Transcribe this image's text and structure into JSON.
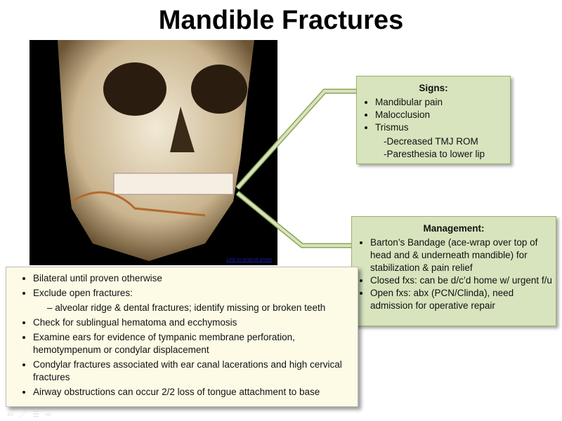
{
  "title": "Mandible Fractures",
  "photo": {
    "link": "Link to original photo"
  },
  "signs": {
    "heading": "Signs:",
    "items": [
      "Mandibular pain",
      "Malocclusion",
      "Trismus"
    ],
    "sub": [
      "-Decreased TMJ ROM",
      "-Paresthesia to lower lip"
    ]
  },
  "management": {
    "heading": "Management:",
    "items": [
      "Barton’s Bandage (ace-wrap over top of head and & underneath mandible) for stabilization & pain relief",
      "Closed fxs: can be d/c’d home w/ urgent f/u",
      "Open fxs: abx (PCN/Clinda), need admission for operative repair"
    ]
  },
  "notes": {
    "items": [
      "Bilateral until proven otherwise",
      "Exclude open fractures:",
      "– alveolar ridge & dental fractures; identify missing or broken teeth",
      "Check for sublingual hematoma and ecchymosis",
      "Examine ears for evidence of tympanic membrane perforation, hemotympenum or condylar displacement",
      "Condylar fractures associated with ear canal lacerations and high cervical fractures",
      "Airway obstructions can occur 2/2 loss of tongue attachment to base"
    ]
  },
  "colors": {
    "callout": "#d7e4bd",
    "notes_bg": "#fdfbe6"
  }
}
